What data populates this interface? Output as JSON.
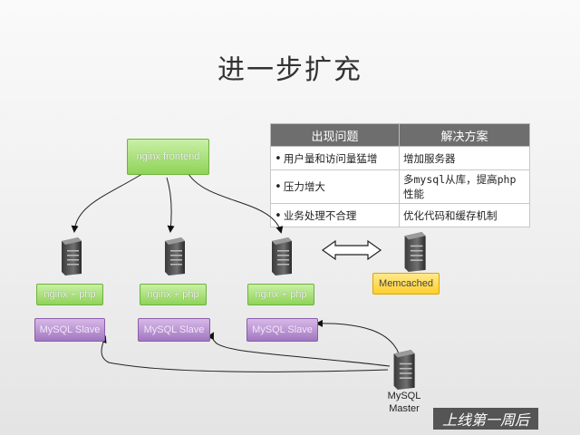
{
  "title": "进一步扩充",
  "table": {
    "headers": [
      "出现问题",
      "解决方案"
    ],
    "rows": [
      {
        "problem": "用户量和访问量猛增",
        "solution": "增加服务器"
      },
      {
        "problem": "压力增大",
        "solution": "多mysql从库，提高php性能"
      },
      {
        "problem": "业务处理不合理",
        "solution": "优化代码和缓存机制"
      }
    ]
  },
  "nodes": {
    "frontend": "nginx frontend",
    "web": [
      "nginx + php",
      "nginx + php",
      "nginx + php"
    ],
    "slaves": [
      "MySQL Slave",
      "MySQL Slave",
      "MySQL Slave"
    ],
    "cache": "Memcached",
    "master": [
      "MySQL",
      "Master"
    ]
  },
  "corner_label": "上线第一周后",
  "colors": {
    "green": "#8fd358",
    "purple": "#a077c0",
    "yellow": "#ffcf2e",
    "header_bg": "#6e6e6e"
  },
  "icons": [
    "server-icon",
    "double-arrow-icon"
  ]
}
